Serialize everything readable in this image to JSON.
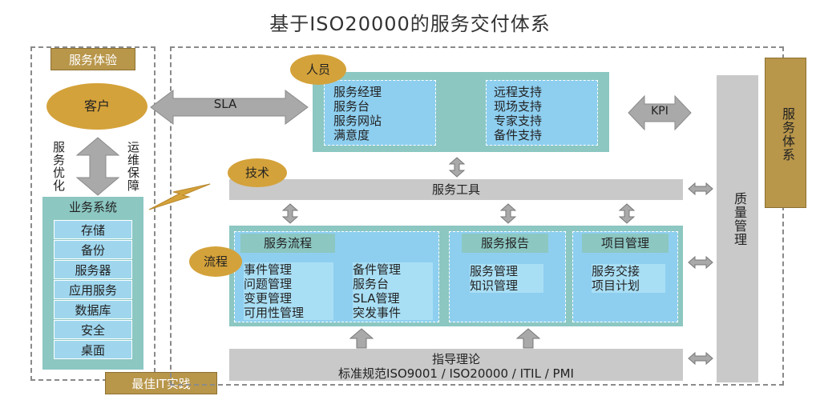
{
  "title": "基于ISO20000的服务交付体系",
  "left_panel": {
    "header": "服务体验",
    "customer": "客户",
    "left_vertical": "服务优化",
    "right_vertical": "运维保障",
    "business_header": "业务系统",
    "business_items": [
      "存储",
      "备份",
      "服务器",
      "应用服务",
      "数据库",
      "安全",
      "桌面"
    ],
    "footer": "最佳IT实践"
  },
  "sla_label": "SLA",
  "people": {
    "tag": "人员",
    "col1": [
      "服务经理",
      "服务台",
      "服务网站",
      "满意度"
    ],
    "col2": [
      "远程支持",
      "现场支持",
      "专家支持",
      "备件支持"
    ]
  },
  "kpi_label": "KPI",
  "tech": {
    "tag": "技术",
    "bar": "服务工具"
  },
  "process": {
    "tag": "流程",
    "flow_header": "服务流程",
    "flow_col1": [
      "事件管理",
      "问题管理",
      "变更管理",
      "可用性管理"
    ],
    "flow_col2": [
      "备件管理",
      "服务台",
      "SLA管理",
      "突发事件"
    ],
    "report_header": "服务报告",
    "report_items": [
      "服务管理",
      "知识管理"
    ],
    "project_header": "项目管理",
    "project_items": [
      "服务交接",
      "项目计划"
    ]
  },
  "guidance": {
    "line1": "指导理论",
    "line2": "标准规范ISO9001 / ISO20000 / ITIL / PMI"
  },
  "quality": "质量管理",
  "service_system": "服务体系",
  "colors": {
    "brown": "#b8964a",
    "teal": "#8cc7c2",
    "light_blue": "#8ecff0",
    "gray": "#c9c9c9",
    "gold": "#d4a23a"
  }
}
